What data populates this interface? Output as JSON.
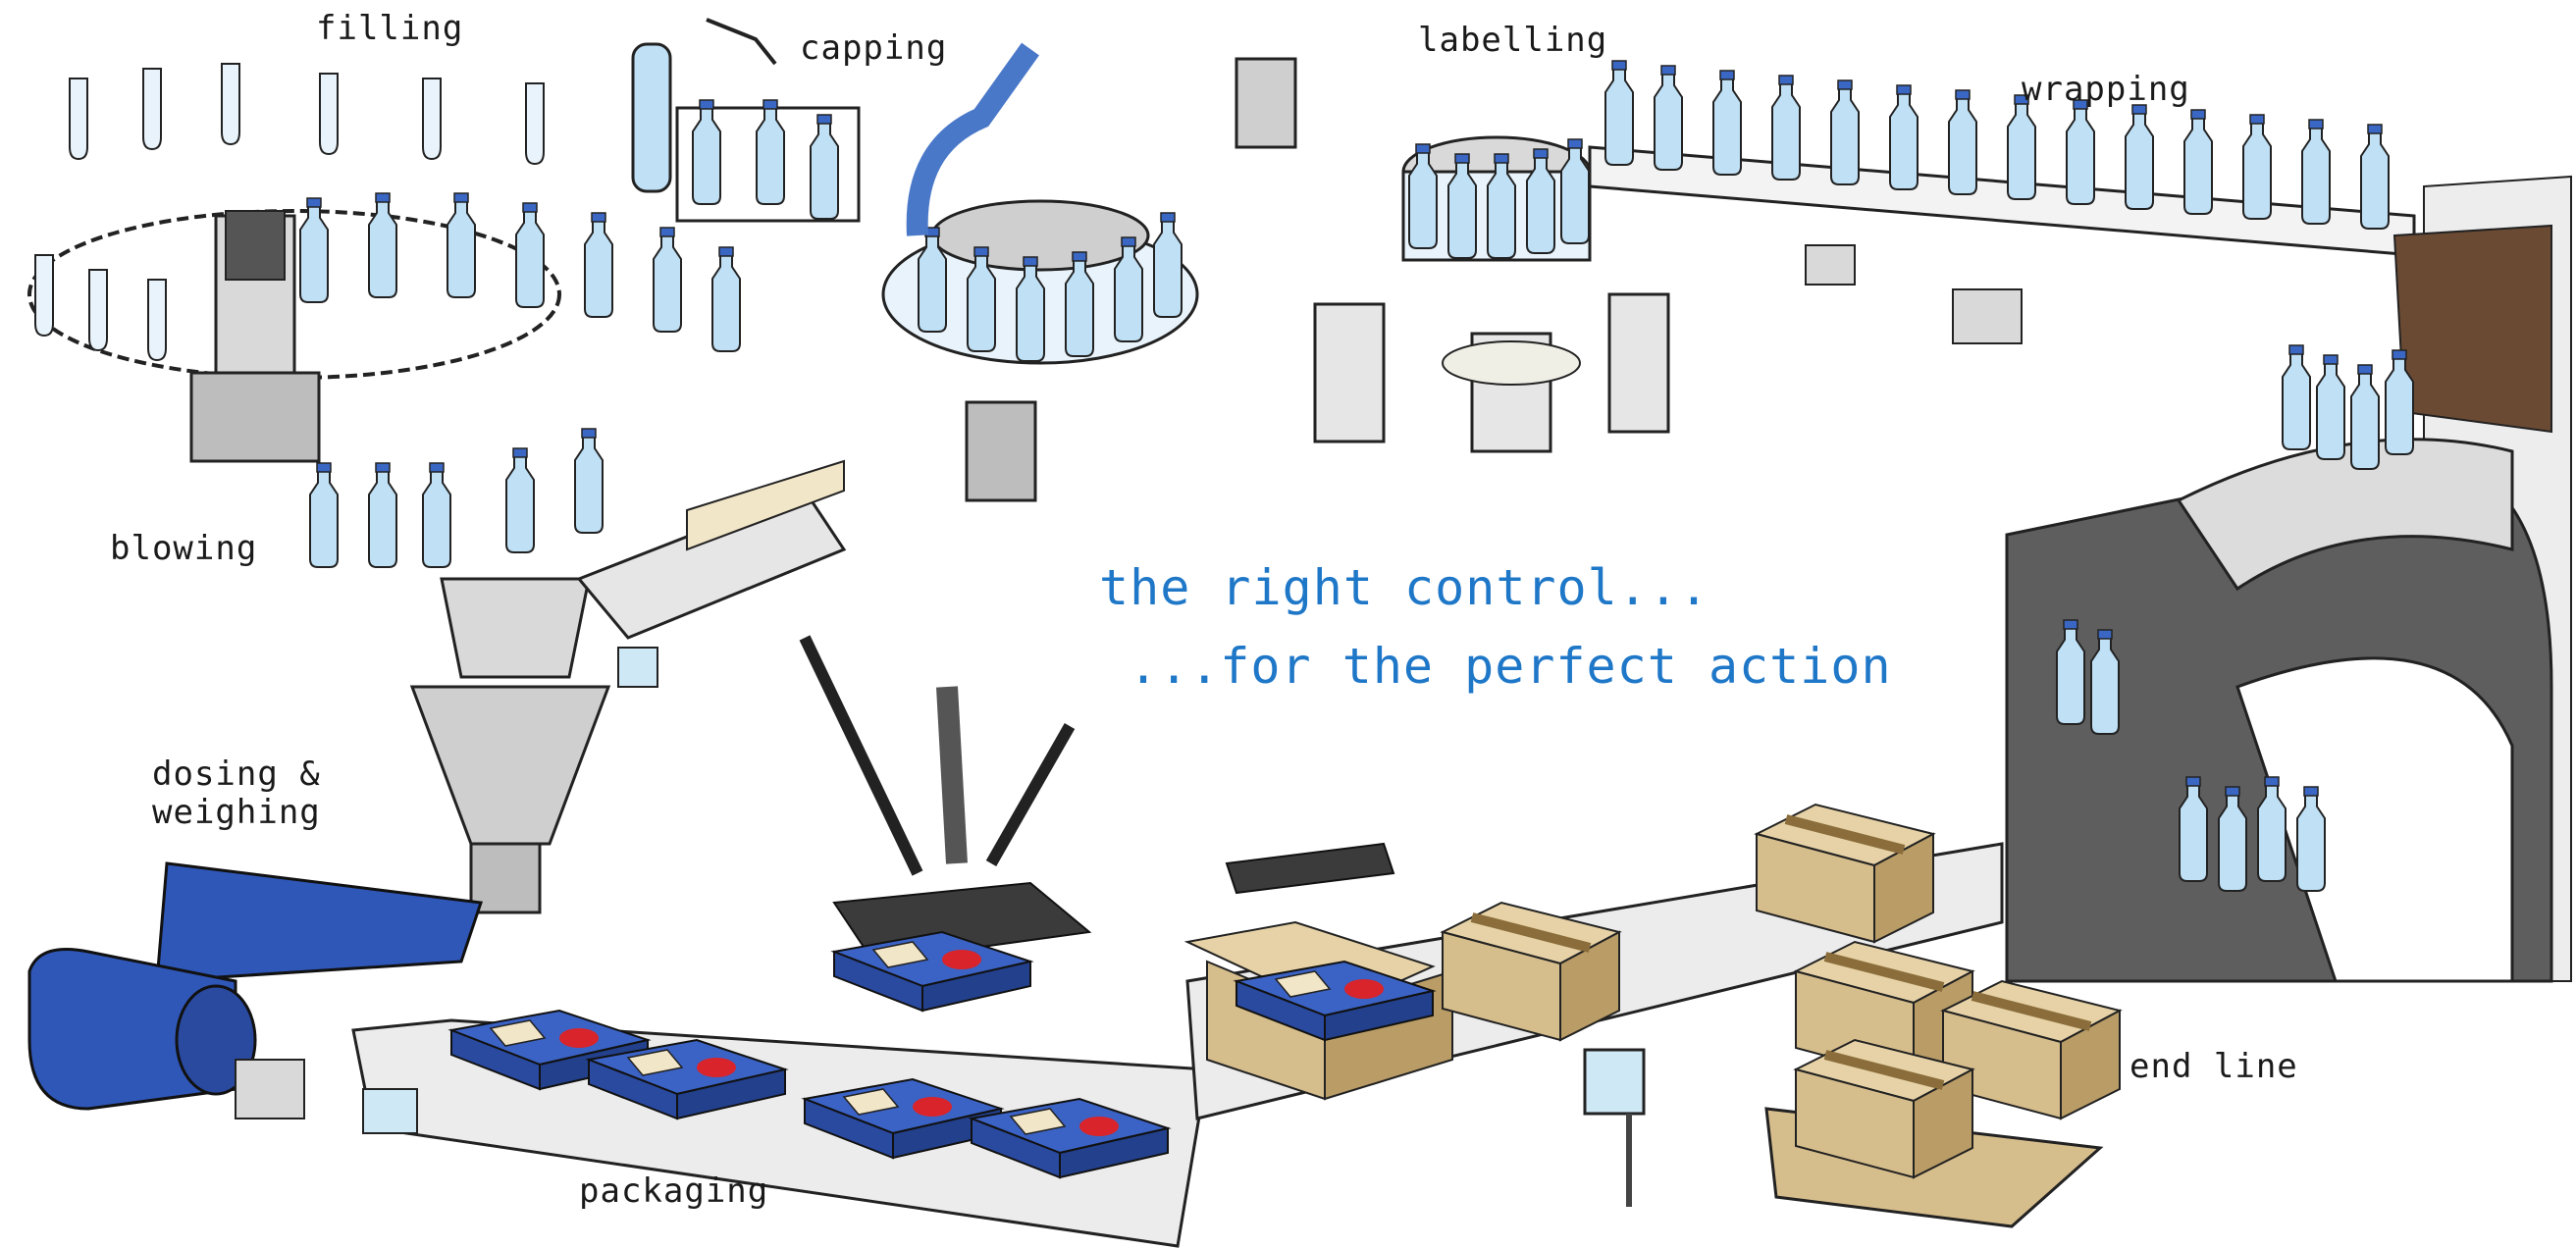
{
  "stages": {
    "filling": "filling",
    "capping": "capping",
    "labelling": "labelling",
    "wrapping": "wrapping",
    "blowing": "blowing",
    "dosing_line1": "dosing &",
    "dosing_line2": "weighing",
    "packaging": "packaging",
    "end_line": "end line"
  },
  "tagline": {
    "line1": "the right control...",
    "line2": "...for the perfect action"
  },
  "colors": {
    "bottle": "#bfe0f5",
    "packaging_blue": "#2f57b8",
    "cardboard": "#d6bd8c",
    "tagline": "#1f77c8",
    "outline": "#222222",
    "steel": "#d9d9d9"
  }
}
